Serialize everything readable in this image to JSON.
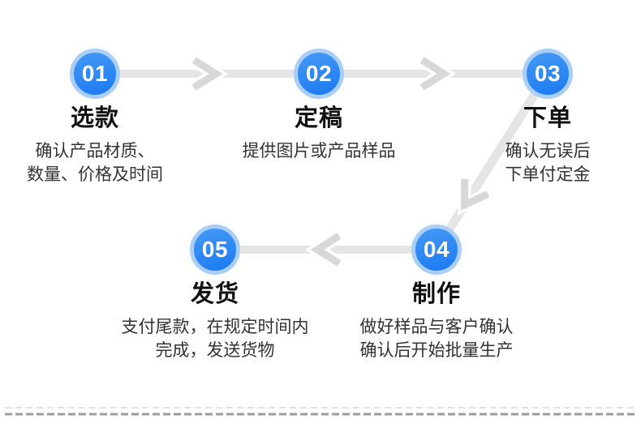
{
  "flow": {
    "title": "order-process-flow",
    "steps": [
      {
        "number": "01",
        "title": "选款",
        "desc_line1": "确认产品材质、",
        "desc_line2": "数量、价格及时间"
      },
      {
        "number": "02",
        "title": "定稿",
        "desc_line1": "提供图片或产品样品",
        "desc_line2": ""
      },
      {
        "number": "03",
        "title": "下单",
        "desc_line1": "确认无误后",
        "desc_line2": "下单付定金"
      },
      {
        "number": "04",
        "title": "制作",
        "desc_line1": "做好样品与客户确认",
        "desc_line2": "确认后开始批量生产"
      },
      {
        "number": "05",
        "title": "发货",
        "desc_line1": "支付尾款，在规定时间内",
        "desc_line2": "完成，发送货物"
      }
    ]
  },
  "colors": {
    "background": "#ffffff",
    "ring": "#a9cef8",
    "circle_top": "#459af7",
    "circle_bottom": "#1b79f2",
    "number": "#ffffff",
    "title_text": "#111111",
    "desc_text": "#333333",
    "connector": "#e5e5e5",
    "chevron": "#d8d8d8",
    "dash_light": "#e3e3e3",
    "dash_dark": "#9c9c9c"
  }
}
